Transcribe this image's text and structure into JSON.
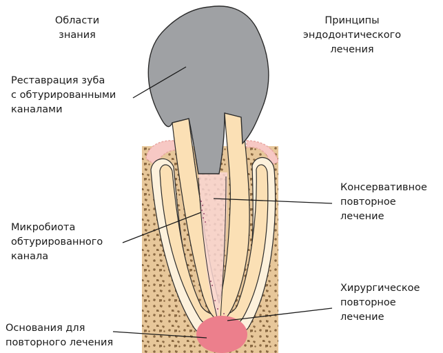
{
  "headers": {
    "left": [
      "Области",
      "знания"
    ],
    "right": [
      "Принципы",
      "эндодонтического",
      "лечения"
    ]
  },
  "labels": {
    "restoration": [
      "Реставрация зуба",
      "с обтурированными",
      "каналами"
    ],
    "microbiota": [
      "Микробиота",
      "обтурированного",
      "канала"
    ],
    "reasons": [
      "Основания для",
      "повторного лечения"
    ],
    "conservative": [
      "Консервативное",
      "повторное",
      "лечение"
    ],
    "surgical": [
      "Хирургическое",
      "повторное",
      "лечение"
    ]
  },
  "colors": {
    "crown": "#9fa1a4",
    "dentin": "#fbe0b5",
    "bone": "#e7c79a",
    "gum": "#f7c8c4",
    "lesion": "#ec7f8c",
    "pulp_tint": "#f9d6d2",
    "outline": "#2a2a2a"
  }
}
